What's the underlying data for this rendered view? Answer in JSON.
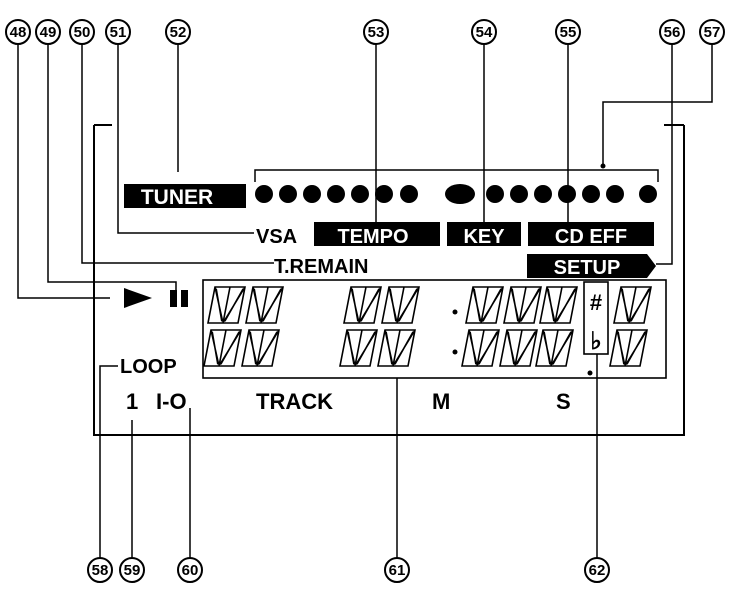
{
  "callouts": [
    "48",
    "49",
    "50",
    "51",
    "52",
    "53",
    "54",
    "55",
    "56",
    "57",
    "58",
    "59",
    "60",
    "61",
    "62"
  ],
  "indicators": {
    "tuner": "TUNER",
    "vsa": "VSA",
    "tempo": "TEMPO",
    "key": "KEY",
    "cd_eff": "CD EFF",
    "t_remain": "T.REMAIN",
    "setup": "SETUP",
    "loop": "LOOP",
    "one": "1",
    "io": "I-O",
    "track": "TRACK",
    "m": "M",
    "s": "S",
    "sharp": "#",
    "flat": "♭"
  },
  "icons": {
    "play": "play-icon",
    "pause": "pause-icon",
    "dot_bar": "level-dot-icon"
  },
  "colors": {
    "ink": "#000000",
    "paper": "#ffffff"
  }
}
